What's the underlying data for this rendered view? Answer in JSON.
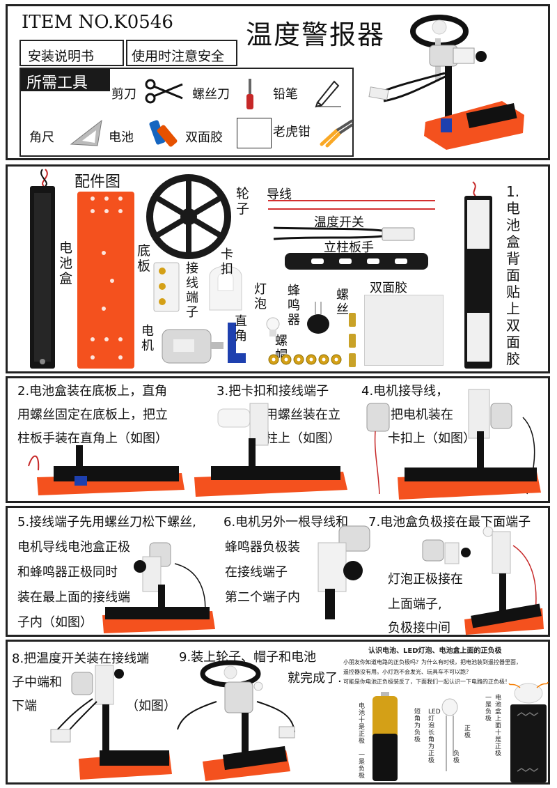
{
  "header": {
    "item_no": "ITEM NO.K0546",
    "title": "温度警报器",
    "manual_tab": "安装说明书",
    "safety_tab": "使用时注意安全"
  },
  "tools": {
    "heading": "所需工具",
    "items": [
      "剪刀",
      "螺丝刀",
      "铅笔",
      "角尺",
      "电池",
      "双面胶",
      "老虎钳"
    ]
  },
  "parts": {
    "heading": "配件图",
    "battery_box": "电池盒",
    "base_plate": "底板",
    "wheel": "轮子",
    "wire": "导线",
    "temp_switch": "温度开关",
    "pillar_wrench": "立柱板手",
    "terminal": "接线端子",
    "clip": "卡扣",
    "bulb": "灯泡",
    "buzzer": "蜂鸣器",
    "screws": "螺丝",
    "tape": "双面胶",
    "motor": "电机",
    "right_angle": "直角",
    "nut": "螺帽",
    "step1": "1.电池盒背面贴上双面胶"
  },
  "steps": {
    "s2": [
      "2.电池盒装在底板上，直角",
      "用螺丝固定在底板上，把立",
      "柱板手装在直角上（如图）"
    ],
    "s3": [
      "3.把卡扣和接线端子",
      "用螺丝装在立",
      "柱上（如图）"
    ],
    "s4": [
      "4.电机接导线，",
      "把电机装在",
      "卡扣上（如图）"
    ],
    "s5": [
      "5.接线端子先用螺丝刀松下螺丝,",
      "电机导线电池盒正极",
      "和蜂鸣器正极同时",
      "装在最上面的接线端",
      "子内（如图）"
    ],
    "s6": [
      "6.电机另外一根导线和",
      "蜂鸣器负极装",
      "在接线端子",
      "第二个端子内"
    ],
    "s7": [
      "7.电池盒负极接在最下面端子",
      "灯泡正极接在",
      "上面端子,",
      "负极接中间"
    ],
    "s8": [
      "8.把温度开关装在接线端",
      "子中端和",
      "下端",
      "（如图）"
    ],
    "s9": [
      "9.装上轮子、帽子和电池",
      "就完成了."
    ]
  },
  "polarity": {
    "heading": "认识电池、LED灯泡、电池盒上面的正负极",
    "line1": "小朋友你知道电路的正负极吗？为什么有时候，把电池装到遥控器里面，",
    "line2": "遥控器没有用。小灯泡不会发光、玩具车不可以跑？",
    "line3": "可能是你电池正负极装反了，下面我们一起认识一下电路的正负极！",
    "battery_pos": "电池十是正极",
    "battery_neg": "一是负极",
    "led_long": "LED灯泡 长角为正极",
    "led_short": "短角为负极",
    "led_pos": "正极",
    "led_neg": "负极",
    "box_top": "电池盒上面 十是正极",
    "box_neg": "一是负极"
  }
}
